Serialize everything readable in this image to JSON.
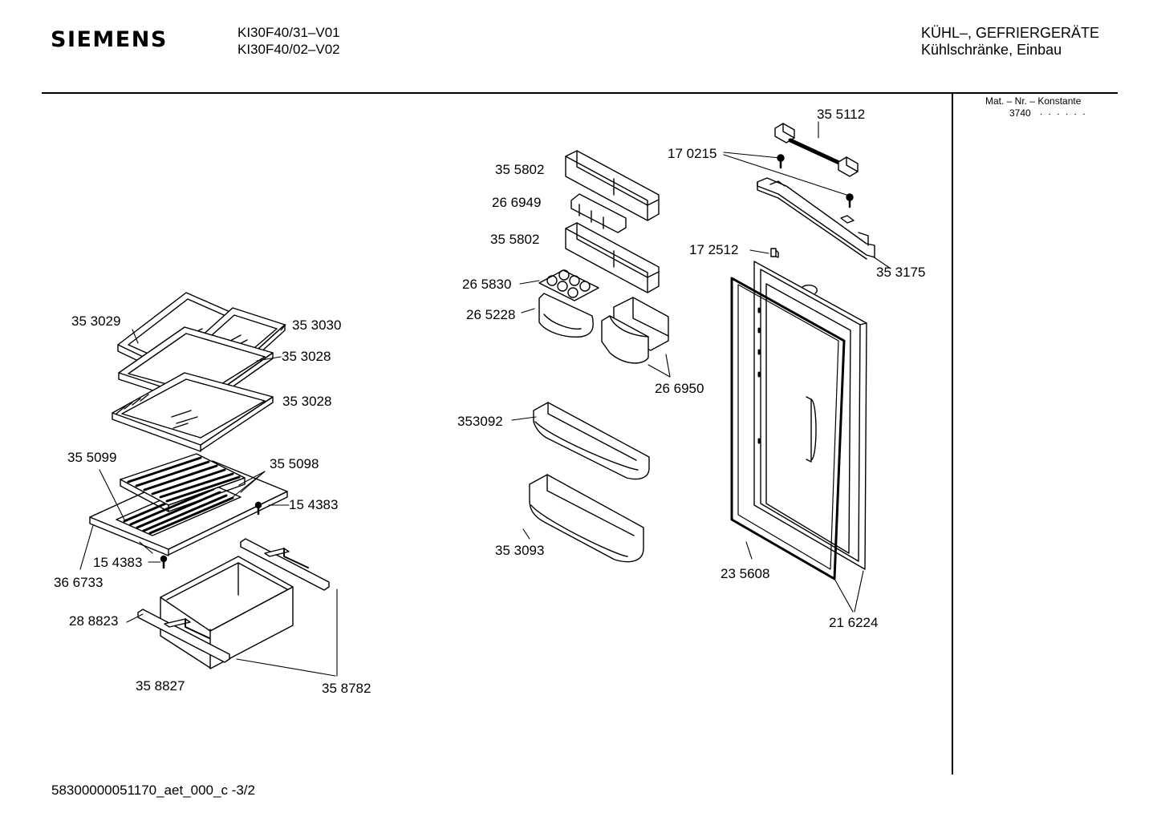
{
  "header": {
    "brand": "SIEMENS",
    "model_1": "KI30F40/31–V01",
    "model_2": "KI30F40/02–V02",
    "category_1": "KÜHL–, GEFRIERGERÄTE",
    "category_2": "Kühlschränke, Einbau"
  },
  "side_panel": {
    "title": "Mat. – Nr. – Konstante",
    "value": "3740",
    "dots": ". .   . . . ."
  },
  "footer": {
    "doc_id": "58300000051170_aet_000_c  -3/2"
  },
  "parts": [
    "35 5112",
    "17 0215",
    "35 5802",
    "26 6949",
    "35 5802",
    "17 2512",
    "35 3175",
    "26 5830",
    "26 5228",
    "35 3029",
    "35 3030",
    "35 3028",
    "35 3028",
    "26 6950",
    "353092",
    "35 5099",
    "35 5098",
    "15 4383",
    "35 3093",
    "15 4383",
    "36 6733",
    "23 5608",
    "21 6224",
    "28 8823",
    "35 8827",
    "35 8782"
  ]
}
